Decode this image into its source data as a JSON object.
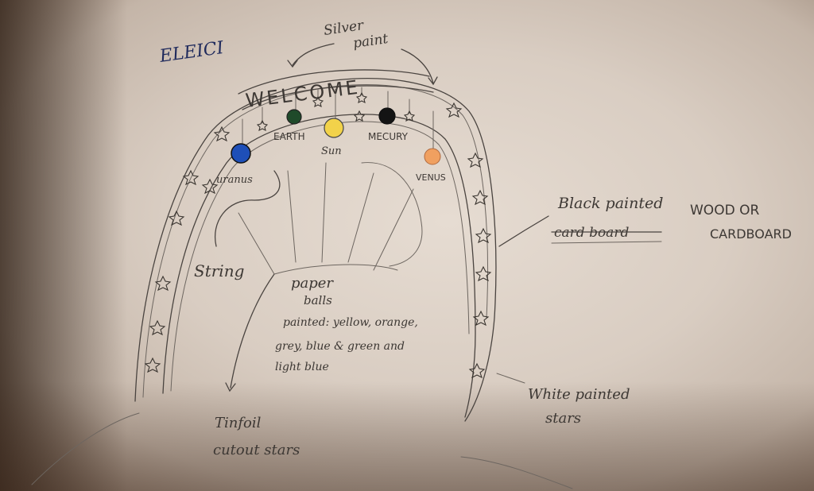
{
  "labels": {
    "author": "ELEICI",
    "silver_paint": [
      "Silver",
      "paint"
    ],
    "welcome": "WELCOME",
    "earth": "EARTH",
    "sun": "Sun",
    "mercury": "MECURY",
    "uranus": "uranus",
    "venus": "VENUS",
    "string": "String",
    "paper": [
      "paper",
      "balls",
      "painted: yellow, orange,",
      "grey, blue & green and",
      "light blue"
    ],
    "black_painted": "Black painted",
    "wood_or": "WOOD OR",
    "cardboard_struck": "card board",
    "cardboard": "CARDBOARD",
    "tinfoil": [
      "Tinfoil",
      "cutout stars"
    ],
    "white_stars": [
      "White painted",
      "stars"
    ]
  },
  "colors": {
    "earth": "#1f4a2a",
    "sun": "#f2d24a",
    "mercury": "#141414",
    "uranus": "#1e4fb8",
    "venus": "#f0a060",
    "author_ink": "#1f2a5c"
  }
}
